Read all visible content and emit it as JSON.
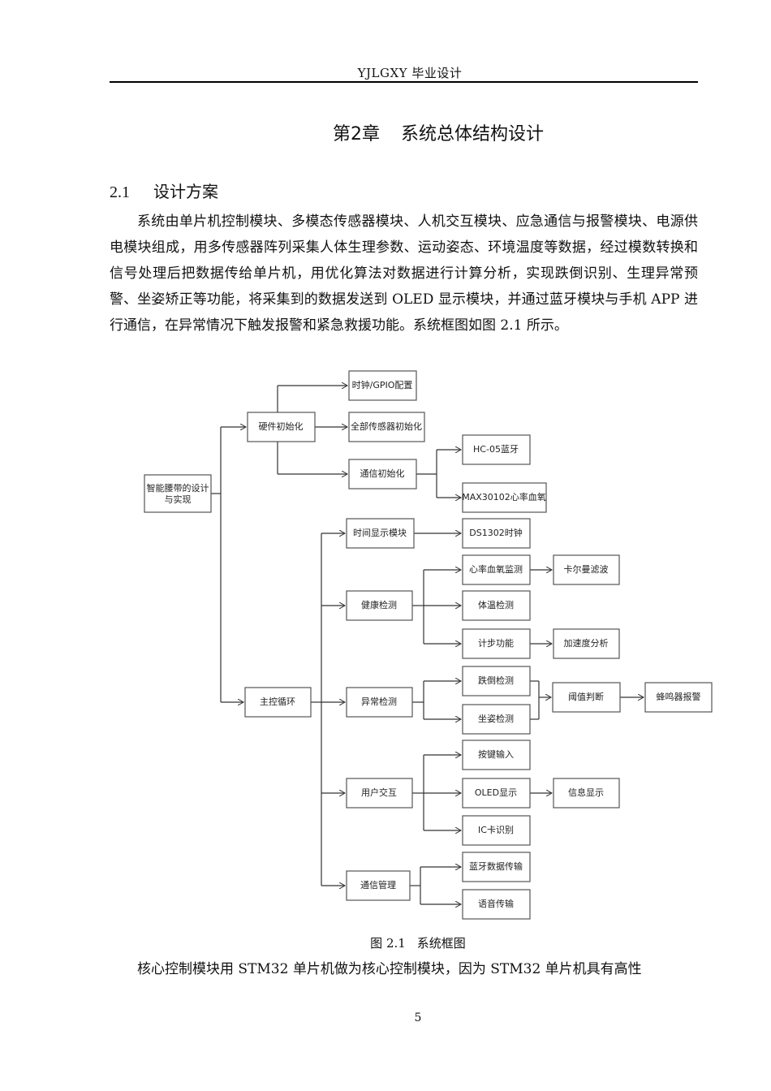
{
  "header": {
    "text": "YJLGXY 毕业设计"
  },
  "chapter": {
    "number": "第2章",
    "title": "系统总体结构设计"
  },
  "section": {
    "number": "2.1",
    "title": "设计方案"
  },
  "paragraphs": {
    "p1": "系统由单片机控制模块、多模态传感器模块、人机交互模块、应急通信与报警模块、电源供电模块组成，用多传感器阵列采集人体生理参数、运动姿态、环境温度等数据，经过模数转换和信号处理后把数据传给单片机，用优化算法对数据进行计算分析，实现跌倒识别、生理异常预警、坐姿矫正等功能，将采集到的数据发送到 OLED 显示模块，并通过蓝牙模块与手机 APP 进行通信，在异常情况下触发报警和紧急救援功能。系统框图如图 2.1 所示。",
    "p2": "核心控制模块用 STM32 单片机做为核心控制模块，因为 STM32 单片机具有高性"
  },
  "diagram": {
    "root": {
      "line1": "智能腰带的设计",
      "line2": "与实现"
    },
    "hw_init": "硬件初始化",
    "clock_gpio": "时钟/GPIO配置",
    "sensor_init": "全部传感器初始化",
    "comm_init": "通信初始化",
    "hc05": "HC-05蓝牙",
    "max30102": "MAX30102心率血氧",
    "main_loop": "主控循环",
    "time_module": "时间显示模块",
    "ds1302": "DS1302时钟",
    "health": "健康检测",
    "hr_spo2": "心率血氧监测",
    "kalman": "卡尔曼滤波",
    "temp": "体温检测",
    "step": "计步功能",
    "accel": "加速度分析",
    "abnormal": "异常检测",
    "fall": "跌倒检测",
    "posture": "坐姿检测",
    "threshold": "阈值判断",
    "buzzer": "蜂鸣器报警",
    "ui": "用户交互",
    "key": "按键输入",
    "oled": "OLED显示",
    "info": "信息显示",
    "ic": "IC卡识别",
    "comm_mgmt": "通信管理",
    "bt_data": "蓝牙数据传输",
    "voice": "语音传输"
  },
  "figure": {
    "number": "图 2.1",
    "caption": "系统框图"
  },
  "page_number": "5"
}
